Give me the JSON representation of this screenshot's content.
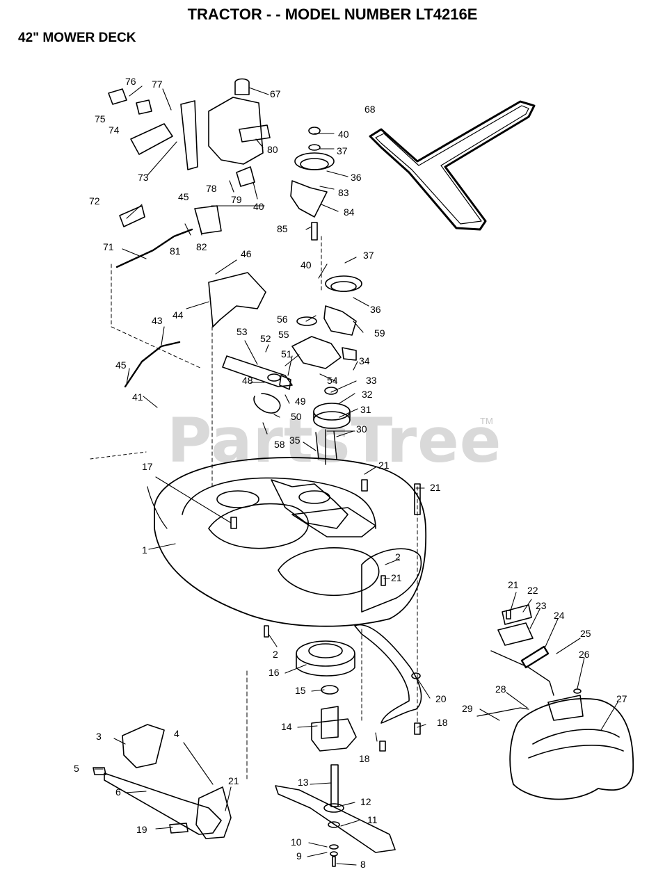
{
  "header": {
    "title": "TRACTOR - - MODEL NUMBER LT4216E",
    "subtitle": "42\" MOWER DECK"
  },
  "watermark": {
    "text": "PartsTree",
    "trademark": "TM"
  },
  "callouts": [
    {
      "id": "1",
      "label": "1"
    },
    {
      "id": "2a",
      "label": "2"
    },
    {
      "id": "2b",
      "label": "2"
    },
    {
      "id": "3",
      "label": "3"
    },
    {
      "id": "4",
      "label": "4"
    },
    {
      "id": "5",
      "label": "5"
    },
    {
      "id": "6",
      "label": "6"
    },
    {
      "id": "8",
      "label": "8"
    },
    {
      "id": "9",
      "label": "9"
    },
    {
      "id": "10",
      "label": "10"
    },
    {
      "id": "11",
      "label": "11"
    },
    {
      "id": "12",
      "label": "12"
    },
    {
      "id": "13",
      "label": "13"
    },
    {
      "id": "14",
      "label": "14"
    },
    {
      "id": "15",
      "label": "15"
    },
    {
      "id": "16",
      "label": "16"
    },
    {
      "id": "17",
      "label": "17"
    },
    {
      "id": "18a",
      "label": "18"
    },
    {
      "id": "18b",
      "label": "18"
    },
    {
      "id": "19",
      "label": "19"
    },
    {
      "id": "20",
      "label": "20"
    },
    {
      "id": "21a",
      "label": "21"
    },
    {
      "id": "21b",
      "label": "21"
    },
    {
      "id": "21c",
      "label": "21"
    },
    {
      "id": "21d",
      "label": "21"
    },
    {
      "id": "21e",
      "label": "21"
    },
    {
      "id": "22",
      "label": "22"
    },
    {
      "id": "23",
      "label": "23"
    },
    {
      "id": "24",
      "label": "24"
    },
    {
      "id": "25",
      "label": "25"
    },
    {
      "id": "26",
      "label": "26"
    },
    {
      "id": "27",
      "label": "27"
    },
    {
      "id": "28",
      "label": "28"
    },
    {
      "id": "29",
      "label": "29"
    },
    {
      "id": "30",
      "label": "30"
    },
    {
      "id": "31",
      "label": "31"
    },
    {
      "id": "32",
      "label": "32"
    },
    {
      "id": "33",
      "label": "33"
    },
    {
      "id": "34",
      "label": "34"
    },
    {
      "id": "35",
      "label": "35"
    },
    {
      "id": "36a",
      "label": "36"
    },
    {
      "id": "36b",
      "label": "36"
    },
    {
      "id": "37a",
      "label": "37"
    },
    {
      "id": "37b",
      "label": "37"
    },
    {
      "id": "40a",
      "label": "40"
    },
    {
      "id": "40b",
      "label": "40"
    },
    {
      "id": "40c",
      "label": "40"
    },
    {
      "id": "41",
      "label": "41"
    },
    {
      "id": "43",
      "label": "43"
    },
    {
      "id": "44",
      "label": "44"
    },
    {
      "id": "45a",
      "label": "45"
    },
    {
      "id": "45b",
      "label": "45"
    },
    {
      "id": "46",
      "label": "46"
    },
    {
      "id": "48",
      "label": "48"
    },
    {
      "id": "49",
      "label": "49"
    },
    {
      "id": "50",
      "label": "50"
    },
    {
      "id": "51",
      "label": "51"
    },
    {
      "id": "52",
      "label": "52"
    },
    {
      "id": "53",
      "label": "53"
    },
    {
      "id": "54",
      "label": "54"
    },
    {
      "id": "55",
      "label": "55"
    },
    {
      "id": "56",
      "label": "56"
    },
    {
      "id": "58",
      "label": "58"
    },
    {
      "id": "59",
      "label": "59"
    },
    {
      "id": "67",
      "label": "67"
    },
    {
      "id": "68",
      "label": "68"
    },
    {
      "id": "71",
      "label": "71"
    },
    {
      "id": "72",
      "label": "72"
    },
    {
      "id": "73",
      "label": "73"
    },
    {
      "id": "74",
      "label": "74"
    },
    {
      "id": "75",
      "label": "75"
    },
    {
      "id": "76",
      "label": "76"
    },
    {
      "id": "77",
      "label": "77"
    },
    {
      "id": "78",
      "label": "78"
    },
    {
      "id": "79",
      "label": "79"
    },
    {
      "id": "80",
      "label": "80"
    },
    {
      "id": "81",
      "label": "81"
    },
    {
      "id": "82",
      "label": "82"
    },
    {
      "id": "83",
      "label": "83"
    },
    {
      "id": "84",
      "label": "84"
    },
    {
      "id": "85",
      "label": "85"
    }
  ]
}
